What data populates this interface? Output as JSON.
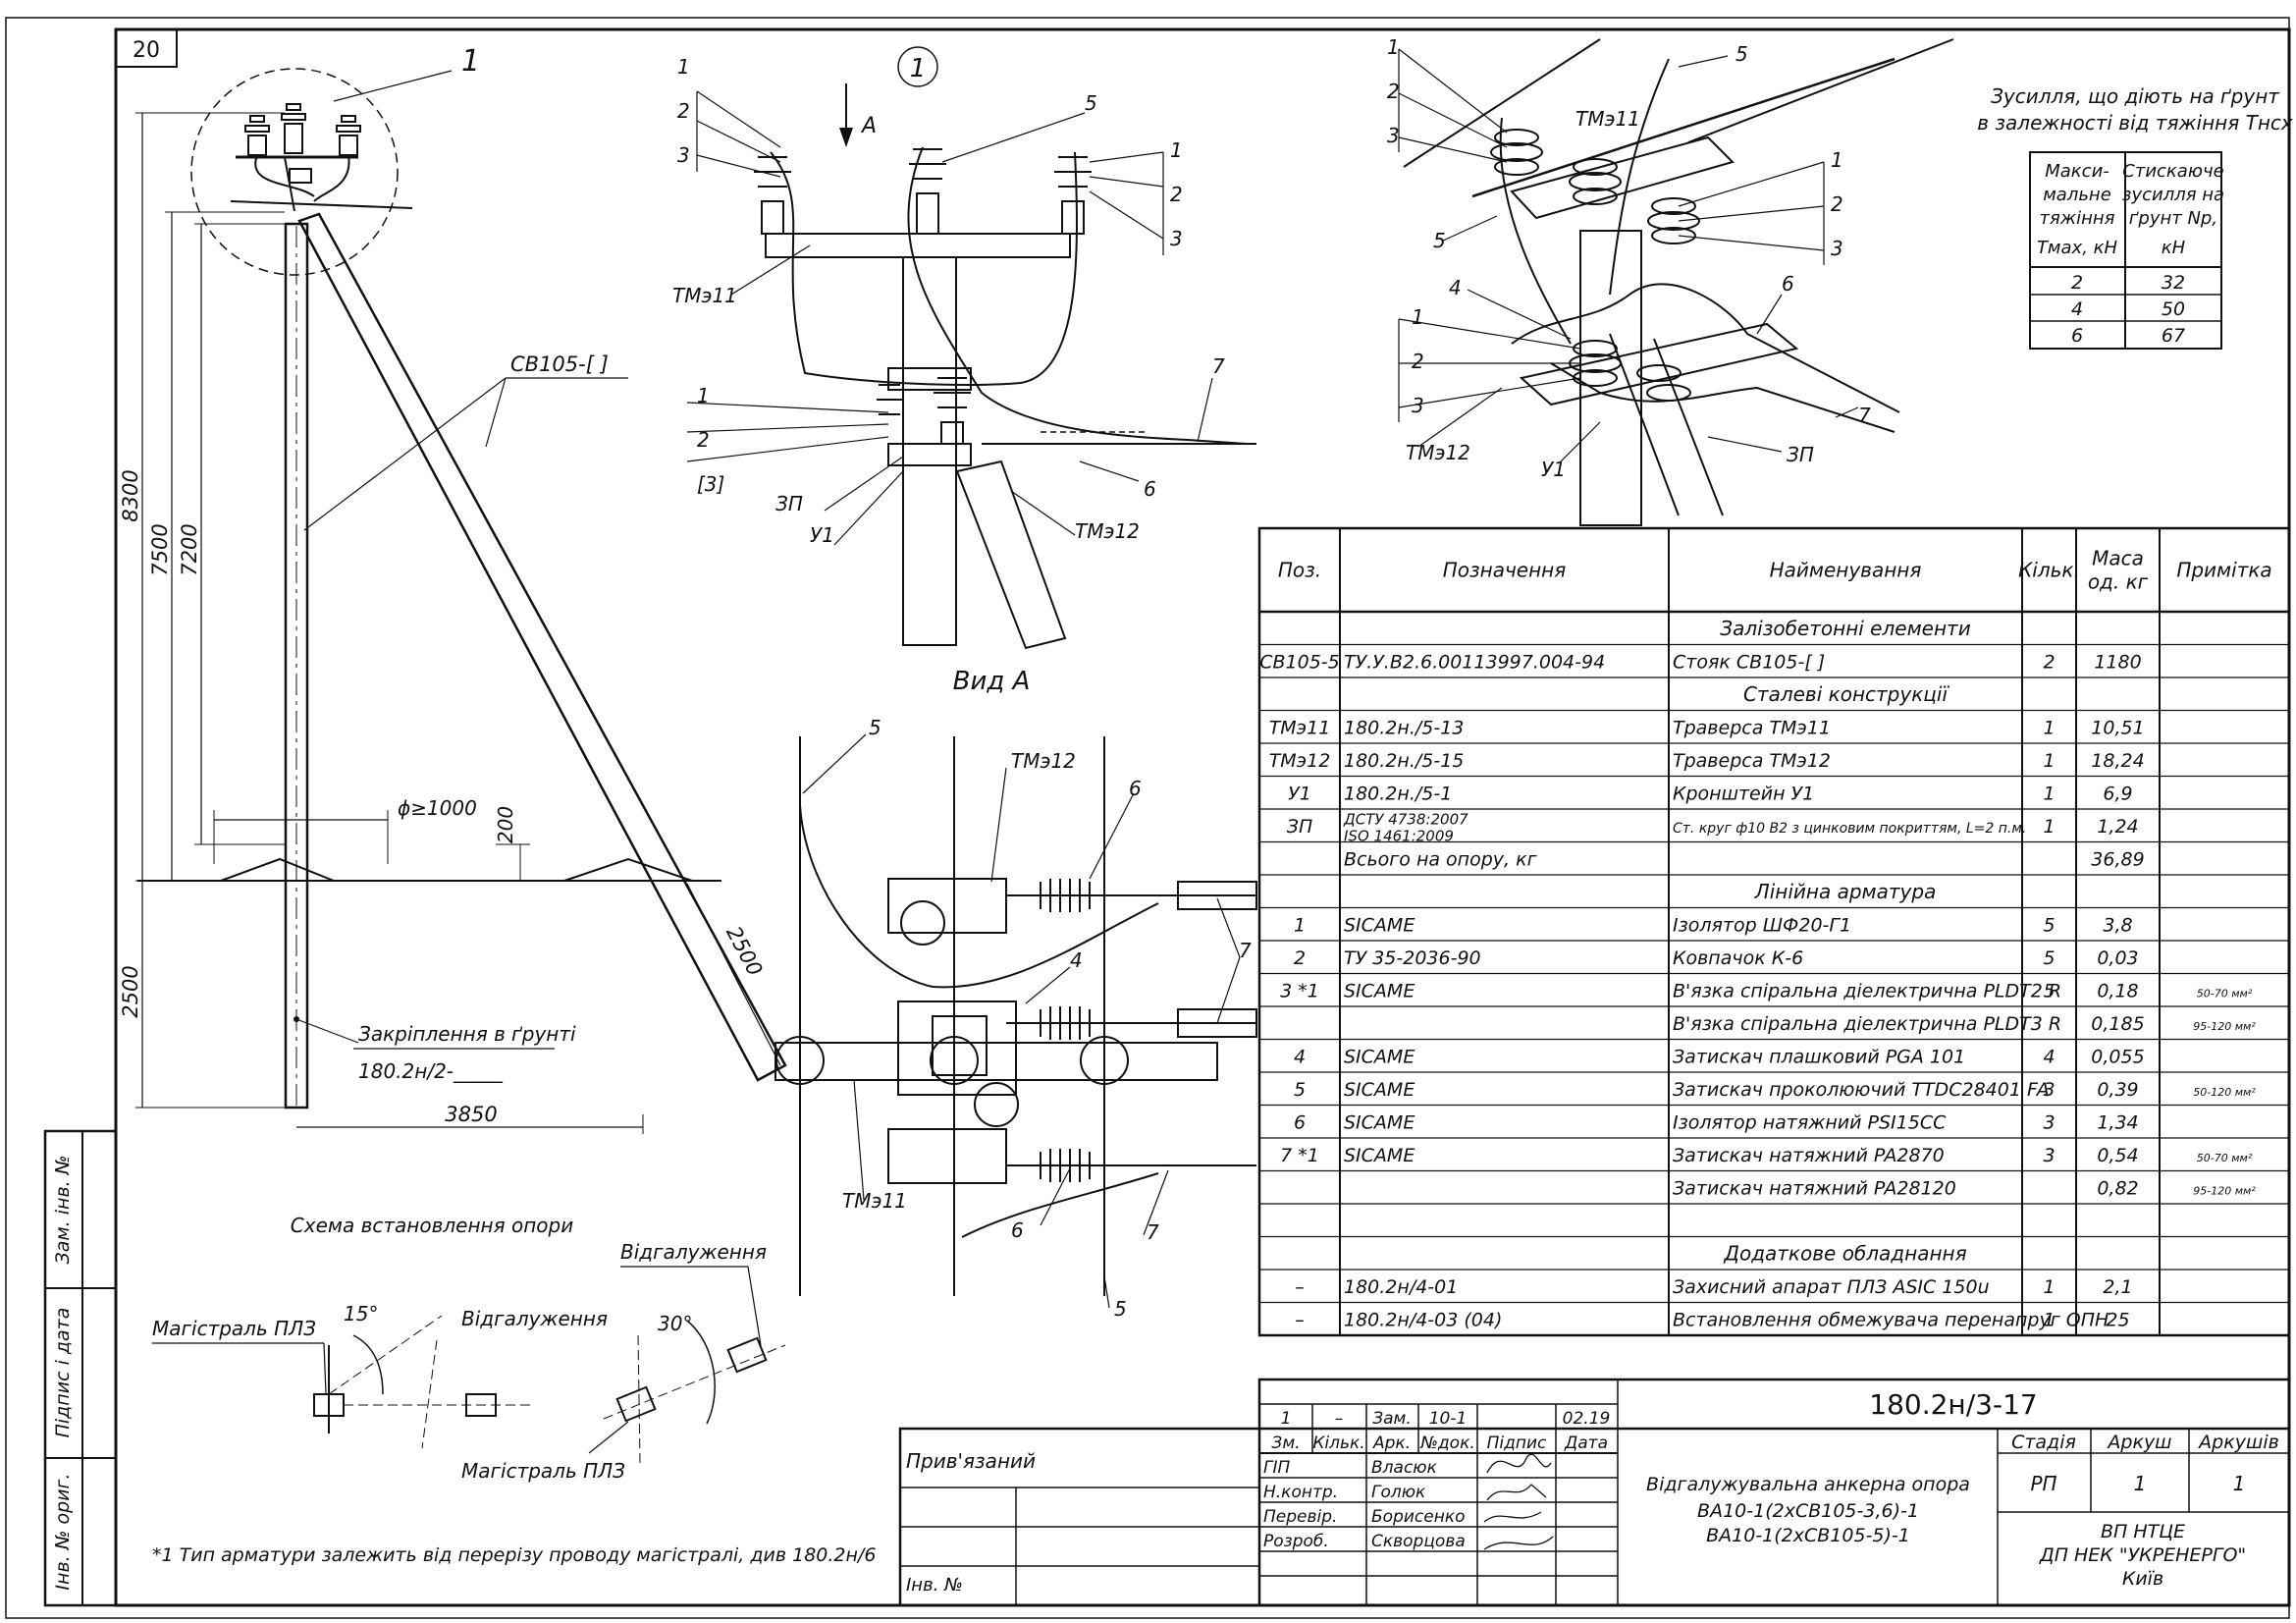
{
  "sheet_number": "20",
  "callout_1": "1",
  "view_a_label": "Вид А",
  "arrow_a": "A",
  "main_elevation": {
    "pole_label": "СВ105-[      ]",
    "dim_8300": "8300",
    "dim_7500": "7500",
    "dim_7200": "7200",
    "dim_2500_v": "2500",
    "dim_2500_strut": "2500",
    "dim_3850": "3850",
    "dim_200": "200",
    "dim_diam": "ϕ≥1000",
    "ground_fix_title": "Закріплення в ґрунті",
    "ground_fix_code": "180.2н/2-_____"
  },
  "view_a": {
    "pos_top_left": [
      "1",
      "2",
      "3"
    ],
    "pos_top_right": [
      "1",
      "2",
      "3"
    ],
    "pos_mid": [
      "1",
      "2",
      "[3]"
    ],
    "lbl_5": "5",
    "lbl_7": "7",
    "lbl_6": "6",
    "lbl_tm11": "ТМэ11",
    "lbl_tm12": "ТМэ12",
    "lbl_zp": "ЗП",
    "lbl_u1": "У1"
  },
  "iso_view": {
    "pos_a": [
      "1",
      "2",
      "3"
    ],
    "pos_b": [
      "1",
      "2",
      "3"
    ],
    "pos_c": [
      "1",
      "2",
      "3"
    ],
    "lbl_5a": "5",
    "lbl_5b": "5",
    "lbl_4": "4",
    "lbl_6": "6",
    "lbl_7": "7",
    "lbl_tm11": "ТМэ11",
    "lbl_tm12": "ТМэ12",
    "lbl_zp": "ЗП",
    "lbl_u1": "У1"
  },
  "plan_view": {
    "lbl_5a": "5",
    "lbl_5b": "5",
    "lbl_6a": "6",
    "lbl_6b": "6",
    "lbl_4": "4",
    "lbl_7a": "7",
    "lbl_7b": "7",
    "lbl_tm12": "ТМэ12",
    "lbl_tm11": "ТМэ11"
  },
  "scheme": {
    "title": "Схема встановлення опори",
    "mag_left": "Магістраль ПЛЗ",
    "branch_left": "Відгалуження",
    "angle_15": "15°",
    "branch_right": "Відгалуження",
    "angle_30": "30°",
    "mag_bottom": "Магістраль ПЛЗ"
  },
  "force_table": {
    "title_line1": "Зусилля, що діють на ґрунт",
    "title_line2": "в залежності від тяжіння Tнсх",
    "headers": [
      "Макси-\nмальне\nтяжіння\nTмах, кН",
      "Стискаюче\nзусилля на\nґрунт Nр,\nкН"
    ],
    "rows": [
      [
        "2",
        "32"
      ],
      [
        "4",
        "50"
      ],
      [
        "6",
        "67"
      ]
    ]
  },
  "spec_table": {
    "headers": [
      "Поз.",
      "Позначення",
      "Найменування",
      "Кільк.",
      "Маса\nод. кг",
      "Примітка"
    ],
    "rows": [
      {
        "type": "section",
        "name": "Залізобетонні елементи"
      },
      {
        "pos": "СВ105-5",
        "code": "ТУ.У.В2.6.00113997.004-94",
        "name": "Стояк СВ105-[      ]",
        "qty": "2",
        "mass": "1180",
        "note": ""
      },
      {
        "type": "section",
        "name": "Сталеві конструкції"
      },
      {
        "pos": "ТМэ11",
        "code": "180.2н./5-13",
        "name": "Траверса ТМэ11",
        "qty": "1",
        "mass": "10,51",
        "note": ""
      },
      {
        "pos": "ТМэ12",
        "code": "180.2н./5-15",
        "name": "Траверса ТМэ12",
        "qty": "1",
        "mass": "18,24",
        "note": ""
      },
      {
        "pos": "У1",
        "code": "180.2н./5-1",
        "name": "Кронштейн У1",
        "qty": "1",
        "mass": "6,9",
        "note": ""
      },
      {
        "pos": "ЗП",
        "code": "ДСТУ 4738:2007\n  ISO 1461:2009",
        "name": "Ст. круг ф10 В2 з цинковим покриттям, L=2 п.м.",
        "qty": "1",
        "mass": "1,24",
        "note": ""
      },
      {
        "pos": "",
        "code": "Всього на опору, кг",
        "name": "",
        "qty": "",
        "mass": "36,89",
        "note": ""
      },
      {
        "type": "section",
        "name": "Лінійна арматура"
      },
      {
        "pos": "1",
        "code": "SICAME",
        "name": "Ізолятор ШФ20-Г1",
        "qty": "5",
        "mass": "3,8",
        "note": ""
      },
      {
        "pos": "2",
        "code": "ТУ 35-2036-90",
        "name": "Ковпачок К-6",
        "qty": "5",
        "mass": "0,03",
        "note": ""
      },
      {
        "pos": "3 *1",
        "code": "SICAME",
        "name": "В'язка спіральна діелектрична PLDT2 R",
        "qty": "5",
        "mass": "0,18",
        "note": "50-70 мм²"
      },
      {
        "pos": "",
        "code": "",
        "name": "В'язка спіральна діелектрична PLDT3 R",
        "qty": "",
        "mass": "0,185",
        "note": "95-120 мм²"
      },
      {
        "pos": "4",
        "code": "SICAME",
        "name": "Затискач плашковий PGA 101",
        "qty": "4",
        "mass": "0,055",
        "note": ""
      },
      {
        "pos": "5",
        "code": "SICAME",
        "name": "Затискач проколюючий TTDC28401 FA",
        "qty": "3",
        "mass": "0,39",
        "note": "50-120 мм²"
      },
      {
        "pos": "6",
        "code": "SICAME",
        "name": "Ізолятор натяжний PSI15CC",
        "qty": "3",
        "mass": "1,34",
        "note": ""
      },
      {
        "pos": "7 *1",
        "code": "SICAME",
        "name": "Затискач натяжний PA2870",
        "qty": "3",
        "mass": "0,54",
        "note": "50-70 мм²"
      },
      {
        "pos": "",
        "code": "",
        "name": "Затискач натяжний PA28120",
        "qty": "",
        "mass": "0,82",
        "note": "95-120 мм²"
      },
      {
        "pos": "",
        "code": "",
        "name": "",
        "qty": "",
        "mass": "",
        "note": ""
      },
      {
        "type": "section",
        "name": "Додаткове обладнання"
      },
      {
        "pos": "–",
        "code": "180.2н/4-01",
        "name": "Захисний апарат ПЛЗ ASIC 150u",
        "qty": "1",
        "mass": "2,1",
        "note": ""
      },
      {
        "pos": "–",
        "code": "180.2н/4-03 (04)",
        "name": "Встановлення обмежувача перенапруг ОПН",
        "qty": "1",
        "mass": "25",
        "note": ""
      }
    ]
  },
  "title_block": {
    "doc_code": "180.2н/3-17",
    "rev": {
      "zm": "1",
      "kilk": "–",
      "ark": "Зам.",
      "ndok": "10-1",
      "pidpys": "",
      "data": "02.19"
    },
    "rev_head": [
      "Зм.",
      "Кільк.",
      "Арк.",
      "№док.",
      "Підпис",
      "Дата"
    ],
    "people": [
      [
        "ГІП",
        "Власюк"
      ],
      [
        "Н.контр.",
        "Голюк"
      ],
      [
        "Перевір.",
        "Борисенко"
      ],
      [
        "Розроб.",
        "Скворцова"
      ]
    ],
    "title_lines": [
      "Відгалужувальна анкерна опора",
      "ВА10-1(2хСВ105-3,6)-1",
      "ВА10-1(2хСВ105-5)-1"
    ],
    "stage_head": [
      "Стадія",
      "Аркуш",
      "Аркушів"
    ],
    "stage_vals": [
      "РП",
      "1",
      "1"
    ],
    "org_lines": [
      "ВП НТЦЕ",
      "ДП НЕК \"УКРЕНЕРГО\"",
      "Київ"
    ],
    "pryvyazanyi": "Прив'язаний",
    "inv_no": "Інв. №"
  },
  "side_stamps": [
    "Зам. інв. №",
    "Підпис і дата",
    "Інв. № ориг."
  ],
  "footnote": "*1 Тип арматури залежить від перерізу проводу магістралі, див 180.2н/6"
}
